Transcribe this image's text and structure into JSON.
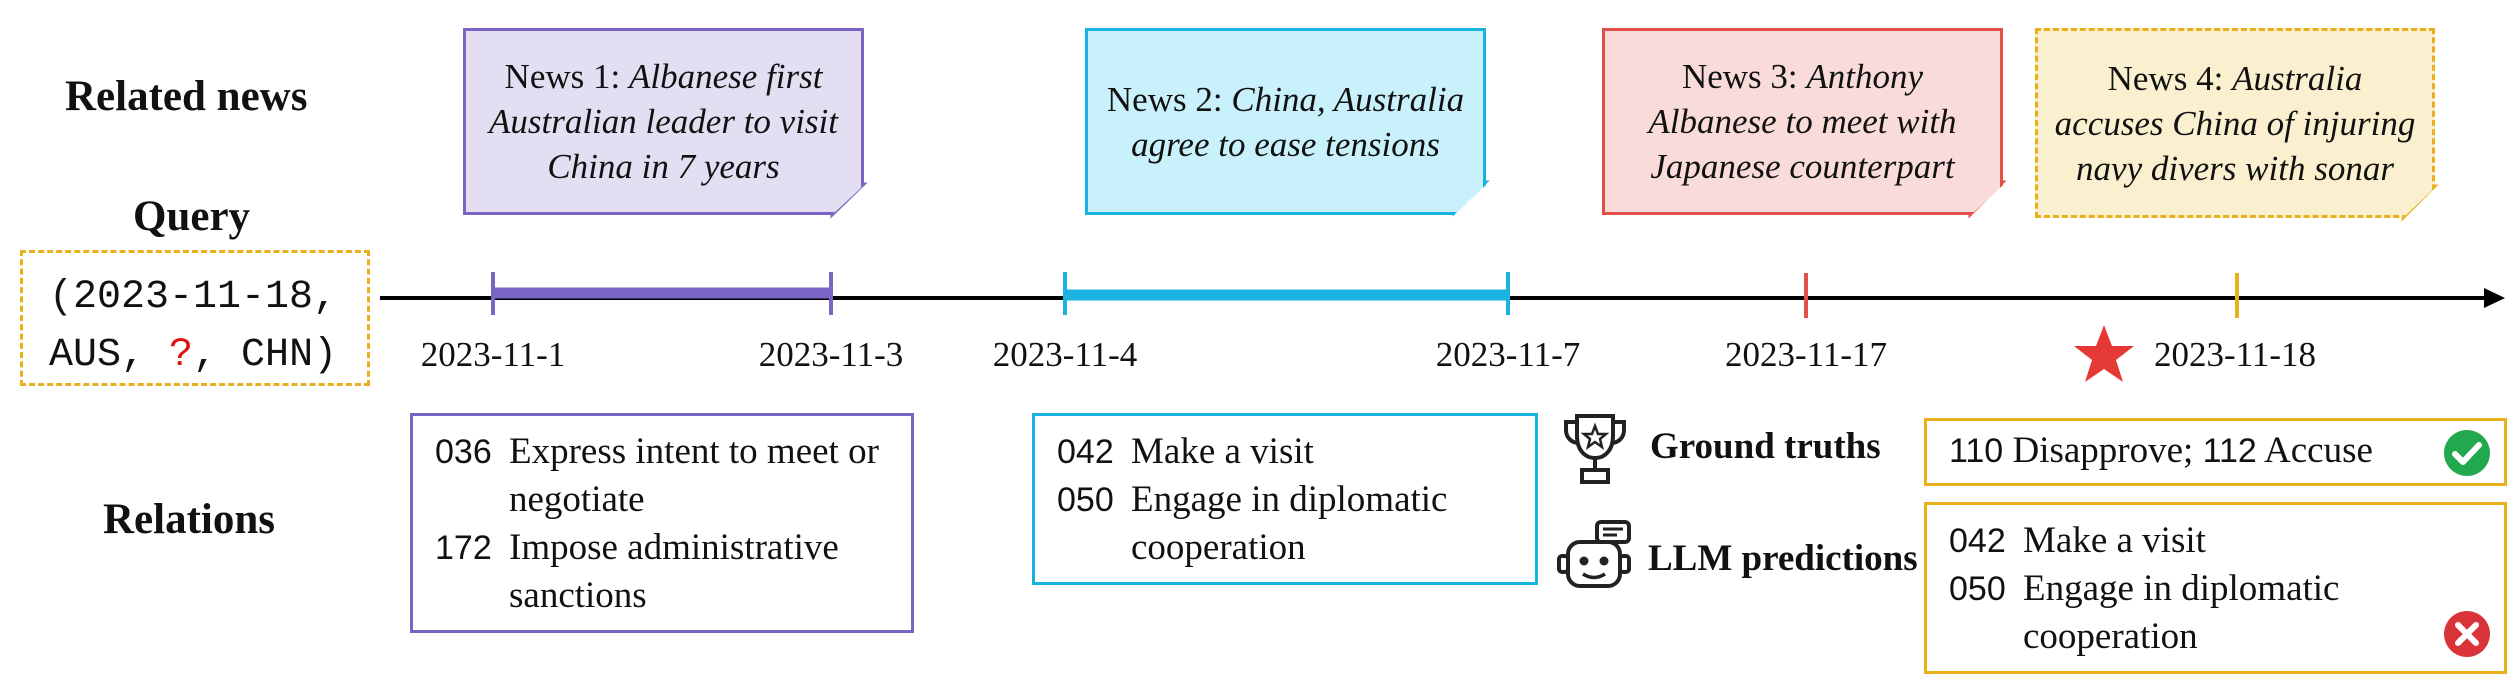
{
  "headings": {
    "related_news": "Related news",
    "query": "Query",
    "relations": "Relations"
  },
  "query": {
    "part1": "(2023-11-18,",
    "part2a": "AUS, ",
    "qmark": "?",
    "part2b": ", CHN)"
  },
  "news": [
    {
      "prefix": "News 1: ",
      "title": "Albanese first Australian leader to visit China in 7 years",
      "color": "#7a64c4",
      "bg": "#e3def1"
    },
    {
      "prefix": "News 2: ",
      "title": "China, Australia agree to ease tensions",
      "color": "#18b4df",
      "bg": "#c9f1fb"
    },
    {
      "prefix": "News 3: ",
      "title": "Anthony Albanese to meet with Japanese counterpart",
      "color": "#e24e48",
      "bg": "#f9dcda"
    },
    {
      "prefix": "News 4: ",
      "title": "Australia accuses China of injuring navy divers with sonar",
      "color": "#e8b01a",
      "bg": "#faf0cf"
    }
  ],
  "timeline": {
    "dates": [
      "2023-11-1",
      "2023-11-3",
      "2023-11-4",
      "2023-11-7",
      "2023-11-17",
      "2023-11-18"
    ]
  },
  "relations": [
    {
      "items": [
        {
          "code": "036",
          "text": "Express intent to meet or negotiate"
        },
        {
          "code": "172",
          "text": "Impose administrative sanctions"
        }
      ]
    },
    {
      "items": [
        {
          "code": "042",
          "text": "Make a visit"
        },
        {
          "code": "050",
          "text": "Engage in diplomatic cooperation"
        }
      ]
    }
  ],
  "legend": {
    "ground_truths_label": "Ground truths",
    "llm_predictions_label": "LLM predictions",
    "trophy_icon": "trophy-icon",
    "robot_icon": "robot-icon",
    "check_icon": "check-icon",
    "cross_icon": "cross-icon",
    "star_icon": "star-icon"
  },
  "ground_truths": {
    "items": [
      {
        "code": "110",
        "text": "Disapprove; "
      },
      {
        "code": "112",
        "text": "Accuse"
      }
    ]
  },
  "llm_predictions": {
    "items": [
      {
        "code": "042",
        "text": "Make a visit"
      },
      {
        "code": "050",
        "text": "Engage in diplomatic cooperation"
      }
    ]
  }
}
